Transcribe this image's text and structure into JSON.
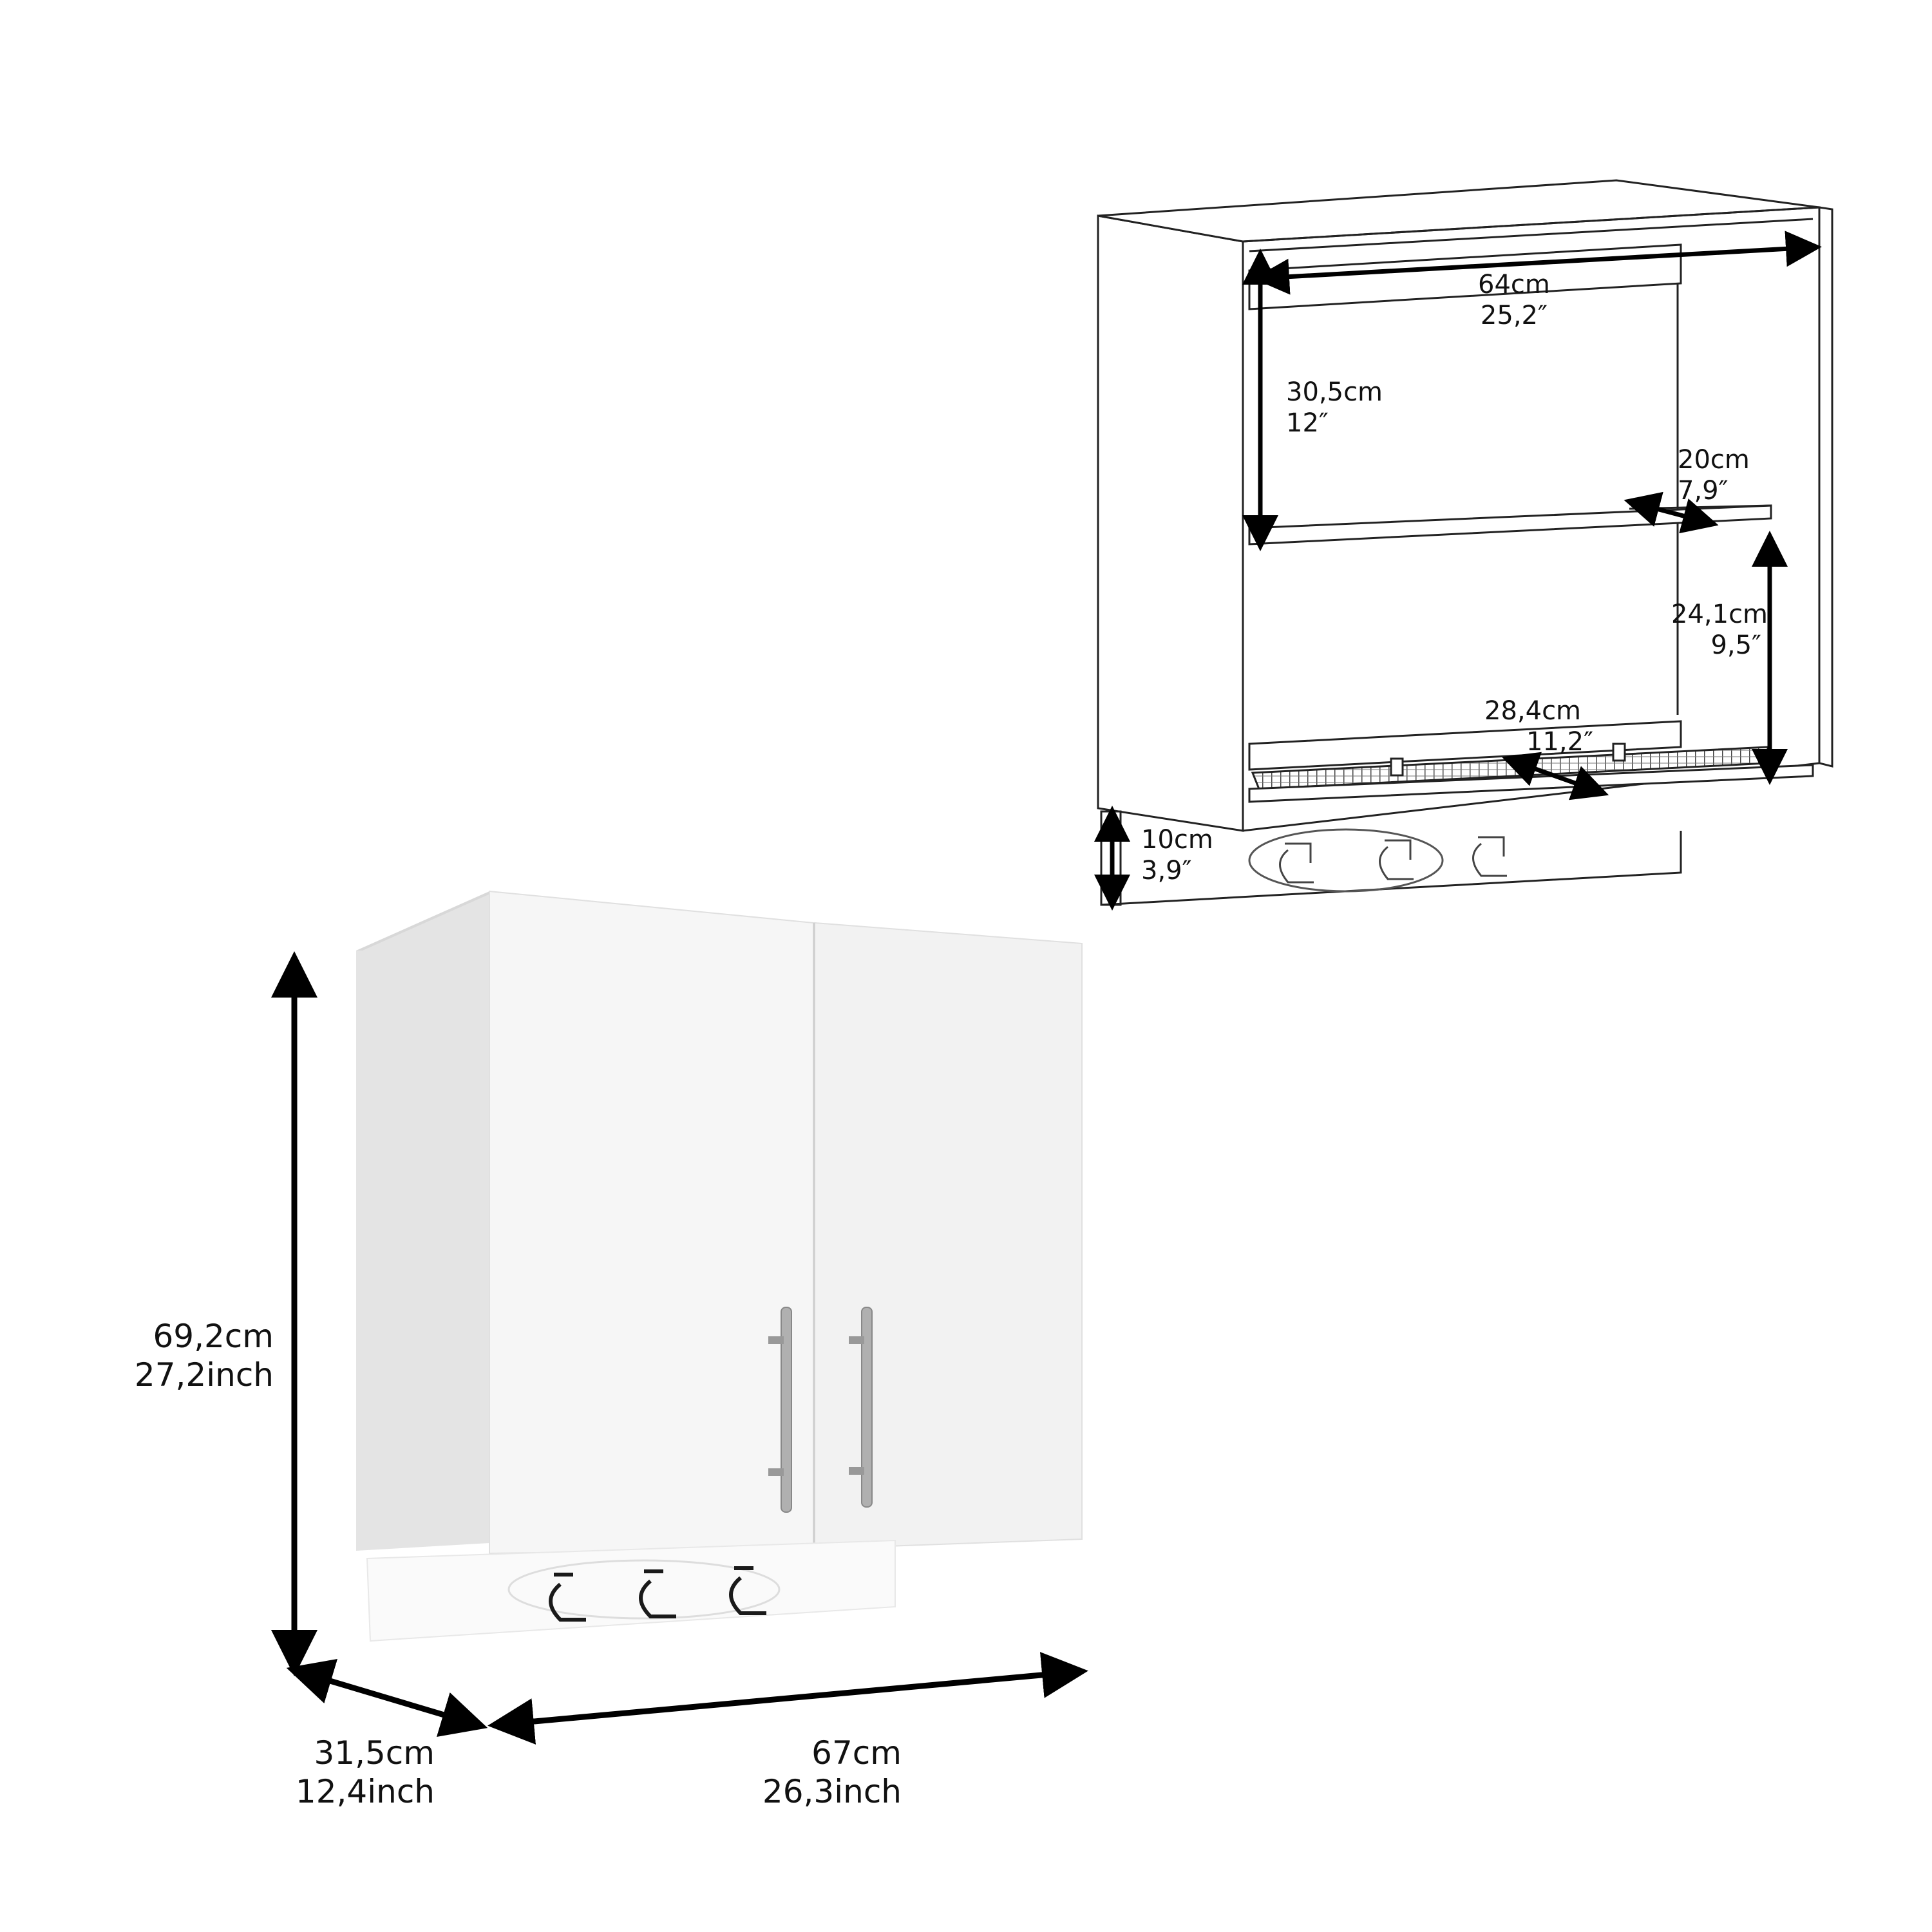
{
  "detail_view": {
    "labels": {
      "inner_width": {
        "metric": "64cm",
        "imperial": "25,2″"
      },
      "upper_height": {
        "metric": "30,5cm",
        "imperial": "12″"
      },
      "shelf_depth": {
        "metric": "20cm",
        "imperial": "7,9″"
      },
      "lower_height": {
        "metric": "24,1cm",
        "imperial": "9,5″"
      },
      "rack_depth": {
        "metric": "28,4cm",
        "imperial": "11,2″"
      },
      "hook_panel_height": {
        "metric": "10cm",
        "imperial": "3,9″"
      }
    }
  },
  "product_view": {
    "labels": {
      "height": {
        "metric": "69,2cm",
        "imperial": "27,2inch"
      },
      "depth": {
        "metric": "31,5cm",
        "imperial": "12,4inch"
      },
      "width": {
        "metric": "67cm",
        "imperial": "26,3inch"
      }
    },
    "colors": {
      "body": "#f4f4f4",
      "side": "#e2e2e2",
      "handle": "#a8a8a8"
    }
  }
}
